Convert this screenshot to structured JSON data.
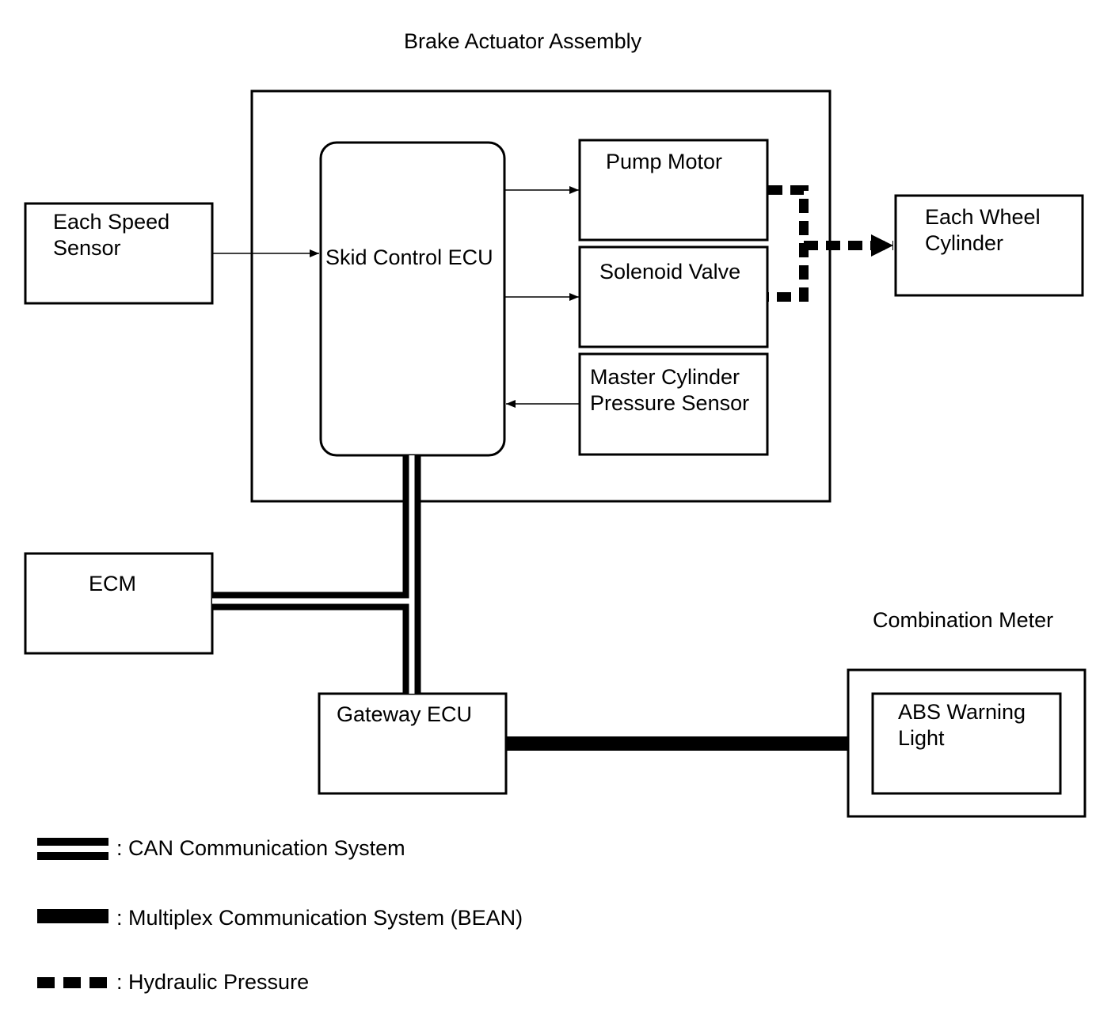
{
  "title": "Brake Actuator Assembly",
  "blocks": {
    "speed_sensor": "Each Speed\nSensor",
    "skid_ecu": "Skid Control ECU",
    "pump_motor": "Pump Motor",
    "solenoid_valve": "Solenoid Valve",
    "master_cylinder": "Master Cylinder\nPressure Sensor",
    "wheel_cylinder": "Each Wheel\nCylinder",
    "ecm": "ECM",
    "gateway_ecu": "Gateway ECU",
    "combination_meter": "Combination Meter",
    "abs_light": "ABS Warning\nLight"
  },
  "legend": {
    "can": ": CAN Communication System",
    "bean": ": Multiplex Communication System (BEAN)",
    "hydraulic": ": Hydraulic Pressure"
  },
  "colors": {
    "line": "#000000",
    "background": "#ffffff"
  }
}
